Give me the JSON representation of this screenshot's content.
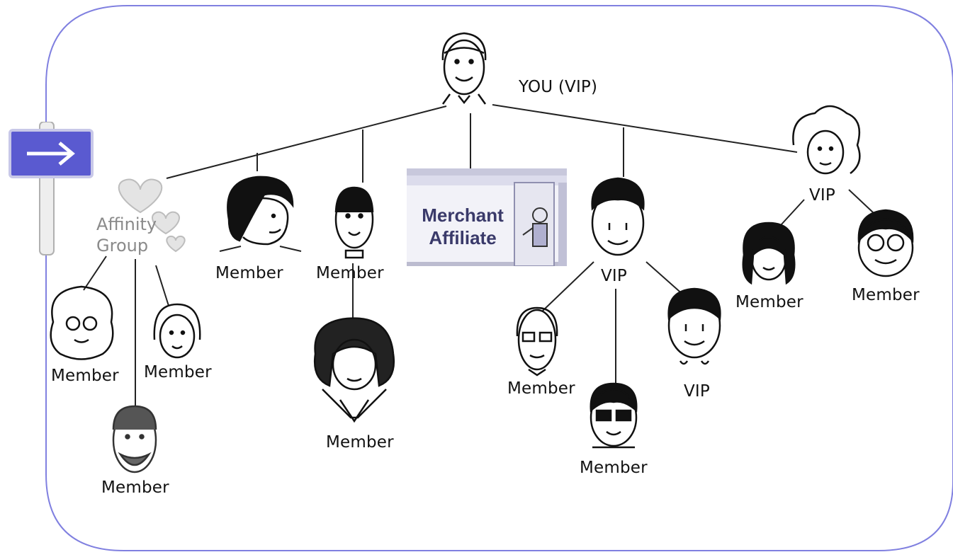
{
  "root": {
    "label": "YOU (VIP)"
  },
  "branches": {
    "affinity_group": {
      "label_line1": "Affinity",
      "label_line2": "Group",
      "children": [
        "Member",
        "Member",
        "Member"
      ]
    },
    "member_woman": {
      "label": "Member"
    },
    "member_man": {
      "label": "Member",
      "child": "Member"
    },
    "merchant_affiliate": {
      "label_line1": "Merchant",
      "label_line2": "Affiliate"
    },
    "vip_middle": {
      "label": "VIP",
      "children": [
        "Member",
        "Member",
        "VIP"
      ]
    },
    "vip_right": {
      "label": "VIP",
      "children": [
        "Member",
        "Member"
      ]
    }
  },
  "colors": {
    "frame": "#8080e0",
    "sign_blue": "#5a5ad0",
    "affinity_gray": "#8a8a8a",
    "merchant_text": "#3a3a6a"
  },
  "icons": [
    "right-arrow-sign-icon",
    "hearts-icon",
    "person-icon"
  ]
}
